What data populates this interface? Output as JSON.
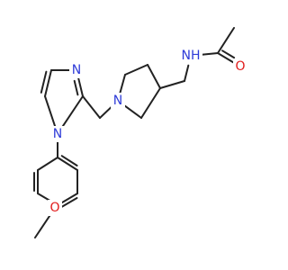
{
  "molecule": {
    "colors": {
      "bond": "#222222",
      "nitrogen": "#2e3bd8",
      "oxygen": "#e11b1b",
      "background": "#ffffff"
    },
    "atom_labels": {
      "amide_nh": "NH",
      "carbonyl_o": "O",
      "pyrrolidine_n": "N",
      "imidazole_n3": "N",
      "imidazole_n1": "N",
      "methoxy_o": "O"
    }
  }
}
